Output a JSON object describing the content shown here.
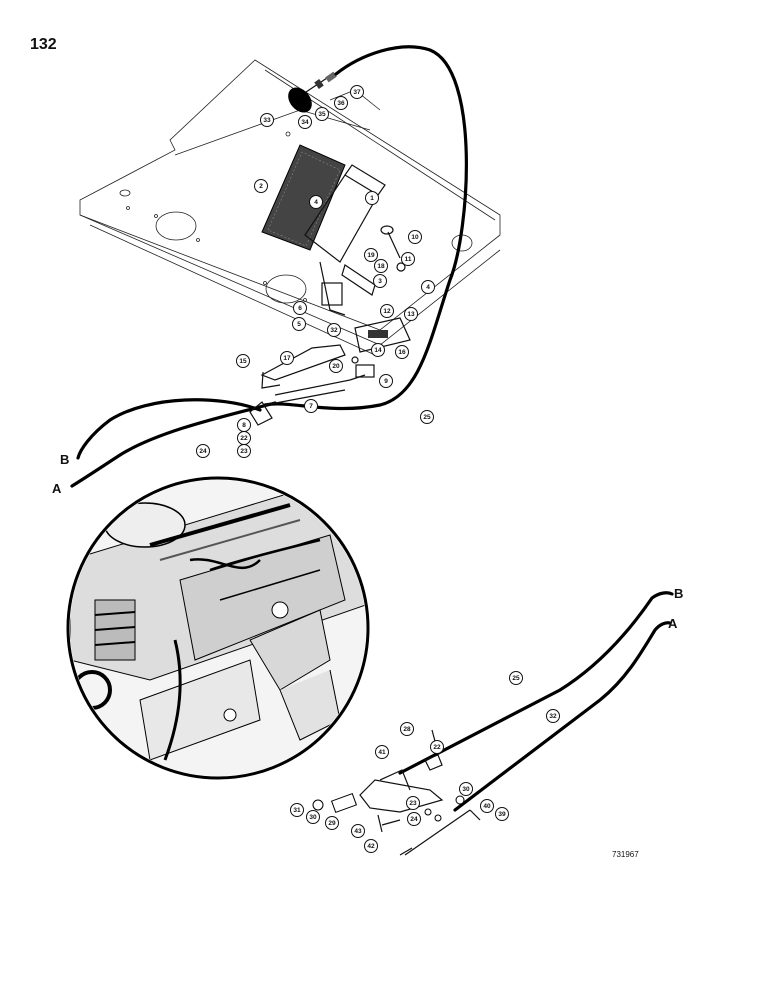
{
  "page": {
    "number": "132",
    "figure_code": "731967"
  },
  "cable_letters": {
    "top_b": "B",
    "top_a": "A",
    "bottom_b": "B",
    "bottom_a": "A"
  },
  "callouts_upper": [
    "33",
    "34",
    "35",
    "36",
    "37",
    "2",
    "4",
    "1",
    "10",
    "11",
    "19",
    "18",
    "3",
    "4",
    "6",
    "5",
    "12",
    "13",
    "16",
    "14",
    "15",
    "17",
    "20",
    "9",
    "7",
    "8",
    "22",
    "23",
    "24",
    "25",
    "32"
  ],
  "callouts_lower": [
    "25",
    "32",
    "28",
    "22",
    "41",
    "30",
    "40",
    "39",
    "31",
    "30",
    "29",
    "23",
    "24",
    "43",
    "42"
  ]
}
